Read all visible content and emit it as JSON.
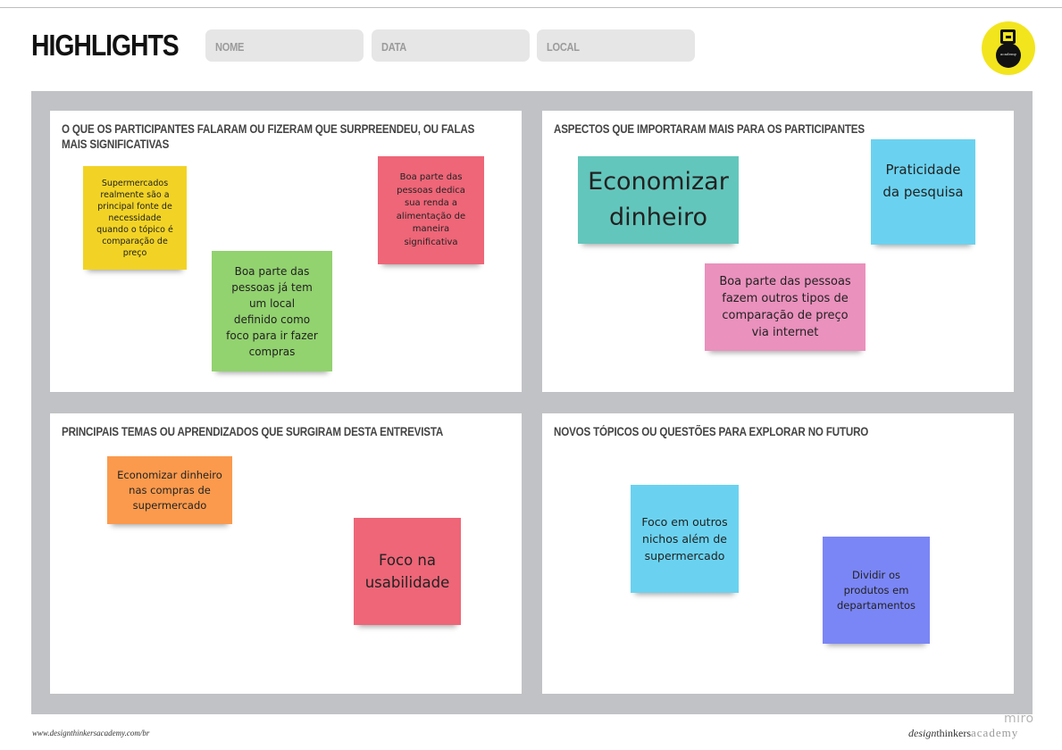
{
  "header": {
    "title": "HIGHLIGHTS",
    "fields": {
      "name": "NOME",
      "date": "DATA",
      "location": "LOCAL"
    },
    "logo_text": "academy"
  },
  "panels": {
    "top_left": {
      "title_line1": "O QUE OS PARTICIPANTES FALARAM OU FIZERAM QUE SURPREENDEU, OU FALAS",
      "title_line2": "MAIS SIGNIFICATIVAS"
    },
    "top_right": {
      "title": "ASPECTOS QUE IMPORTARAM MAIS PARA OS PARTICIPANTES"
    },
    "bottom_left": {
      "title": "PRINCIPAIS TEMAS OU APRENDIZADOS QUE SURGIRAM DESTA ENTREVISTA"
    },
    "bottom_right": {
      "title": "NOVOS TÓPICOS OU QUESTÕES PARA EXPLORAR NO FUTURO"
    }
  },
  "notes": {
    "n1": {
      "text": "Supermercados realmente são a principal fonte de necessidade quando o tópico é comparação de preço",
      "color": "#f2d325"
    },
    "n2": {
      "text": "Boa parte das pessoas dedica sua renda a alimentação de maneira significativa",
      "color": "#ee6678"
    },
    "n3": {
      "text": "Boa parte das pessoas já tem um local definido como foco para ir fazer compras",
      "color": "#92d26f"
    },
    "n4": {
      "text": "Economizar dinheiro",
      "color": "#63c6bc"
    },
    "n5": {
      "text": "Praticidade da pesquisa",
      "color": "#6ad2f0"
    },
    "n6": {
      "text": "Boa parte das pessoas fazem outros tipos de comparação de preço via internet",
      "color": "#ea91bd"
    },
    "n7": {
      "text": "Economizar dinheiro nas compras de supermercado",
      "color": "#fb9a4d"
    },
    "n8": {
      "text": "Foco na usabilidade",
      "color": "#ee6678"
    },
    "n9": {
      "text": "Foco em outros nichos além de supermercado",
      "color": "#6ad2f0"
    },
    "n10": {
      "text": "Dividir os produtos em departamentos",
      "color": "#7b86f6"
    }
  },
  "footer": {
    "url": "www.designthinkersacademy.com/br",
    "brand_design": "design",
    "brand_thinkers": "thinkers",
    "brand_academy": "academy",
    "miro": "miro"
  }
}
